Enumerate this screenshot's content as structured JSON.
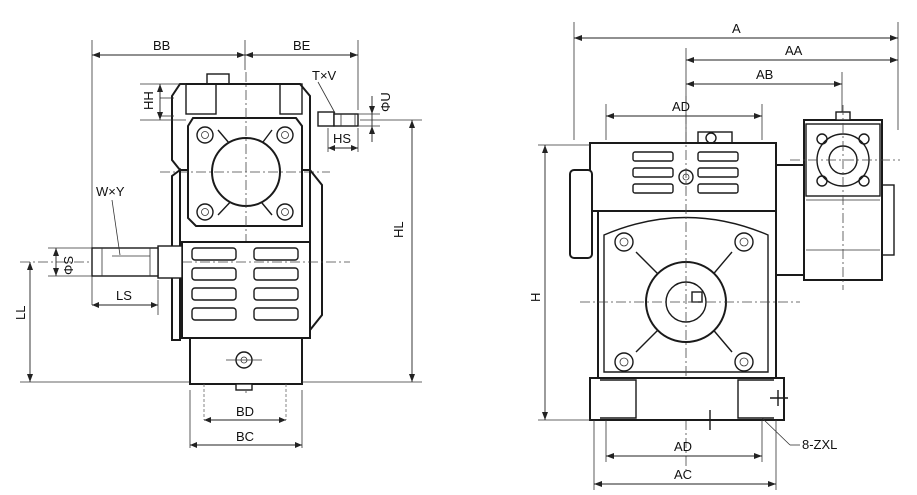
{
  "left_view": {
    "labels": {
      "BB": "BB",
      "BE": "BE",
      "TxV": "T×V",
      "HH": "HH",
      "PhiU": "ΦU",
      "HS": "HS",
      "HL": "HL",
      "WxY": "W×Y",
      "PhiS": "ΦS",
      "LS": "LS",
      "LL": "LL",
      "BD": "BD",
      "BC": "BC"
    }
  },
  "right_view": {
    "labels": {
      "A": "A",
      "AA": "AA",
      "AB": "AB",
      "AD_top": "AD",
      "H": "H",
      "AD_bottom": "AD",
      "AC": "AC",
      "ZXL": "8-ZXL"
    }
  }
}
